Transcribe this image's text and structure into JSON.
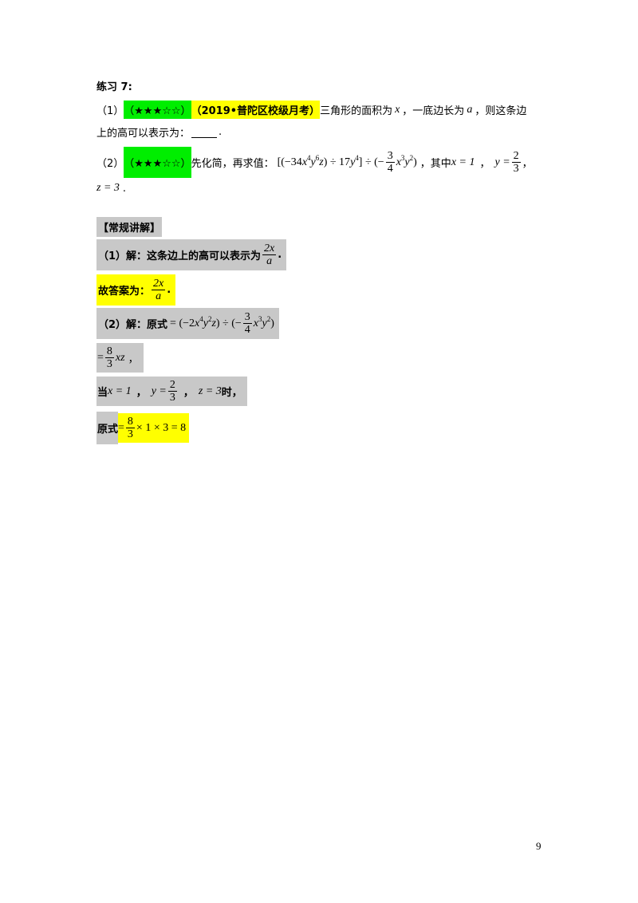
{
  "exercise_title": "练习 7:",
  "q1": {
    "index": "（1）",
    "stars": "（★★★☆☆）",
    "source": "（2019•普陀区校级月考）",
    "text_a": "三角形的面积为",
    "var_x": "x",
    "text_b": "，一底边长为",
    "var_a": "a",
    "text_c": "，则这条边",
    "line2_text": "上的高可以表示为：",
    "line2_end": "."
  },
  "q2": {
    "index": "（2）",
    "stars": "（★★★☆☆）",
    "text_a": "先化简，再求值：",
    "expr_open": "[(−34",
    "expr_p1": "x",
    "expr_e1": "4",
    "expr_p2": "y",
    "expr_e2": "6",
    "expr_p3": "z",
    "expr_mid": ") ÷ 17",
    "expr_p4": "y",
    "expr_e4": "4",
    "expr_div": "] ÷ (−",
    "frac_num": "3",
    "frac_den": "4",
    "expr_p5": "x",
    "expr_e5": "3",
    "expr_p6": "y",
    "expr_e6": "2",
    "expr_close": ")",
    "text_b": "，其中",
    "cond_x": "x = 1",
    "comma1": "，",
    "cond_y_lhs": "y =",
    "cond_y_num": "2",
    "cond_y_den": "3",
    "comma2": "，",
    "cond_z": "z = 3",
    "end": "."
  },
  "solution": {
    "header": "【常规讲解】",
    "s1_text": "（1）解：这条边上的高可以表示为",
    "s1_num": "2x",
    "s1_den": "a",
    "s1_end": ".",
    "answer_text": "故答案为：",
    "answer_num": "2x",
    "answer_den": "a",
    "answer_end": ".",
    "s2_text": "（2）解：原式",
    "s2_expr_a": "= (−2",
    "s2_x": "x",
    "s2_e1": "4",
    "s2_y": "y",
    "s2_e2": "2",
    "s2_z": "z",
    "s2_expr_b": ") ÷ (−",
    "s2_frac_num": "3",
    "s2_frac_den": "4",
    "s2_x2": "x",
    "s2_e3": "3",
    "s2_y2": "y",
    "s2_e4": "2",
    "s2_close": ")",
    "s3_eq": "=",
    "s3_num": "8",
    "s3_den": "3",
    "s3_vars": "xz",
    "s3_end": "，",
    "s4_when": "当",
    "s4_x": "x = 1",
    "s4_c1": "，",
    "s4_y": "y =",
    "s4_num": "2",
    "s4_den": "3",
    "s4_c2": "，",
    "s4_z": "z = 3",
    "s4_end": "时，",
    "s5_text": "原式",
    "s5_eq": "=",
    "s5_num": "8",
    "s5_den": "3",
    "s5_tail": "× 1 × 3 = 8"
  },
  "page_number": "9",
  "colors": {
    "green_highlight": "#00ee00",
    "yellow_highlight": "#ffff00",
    "gray_highlight": "#c8c8c8"
  }
}
